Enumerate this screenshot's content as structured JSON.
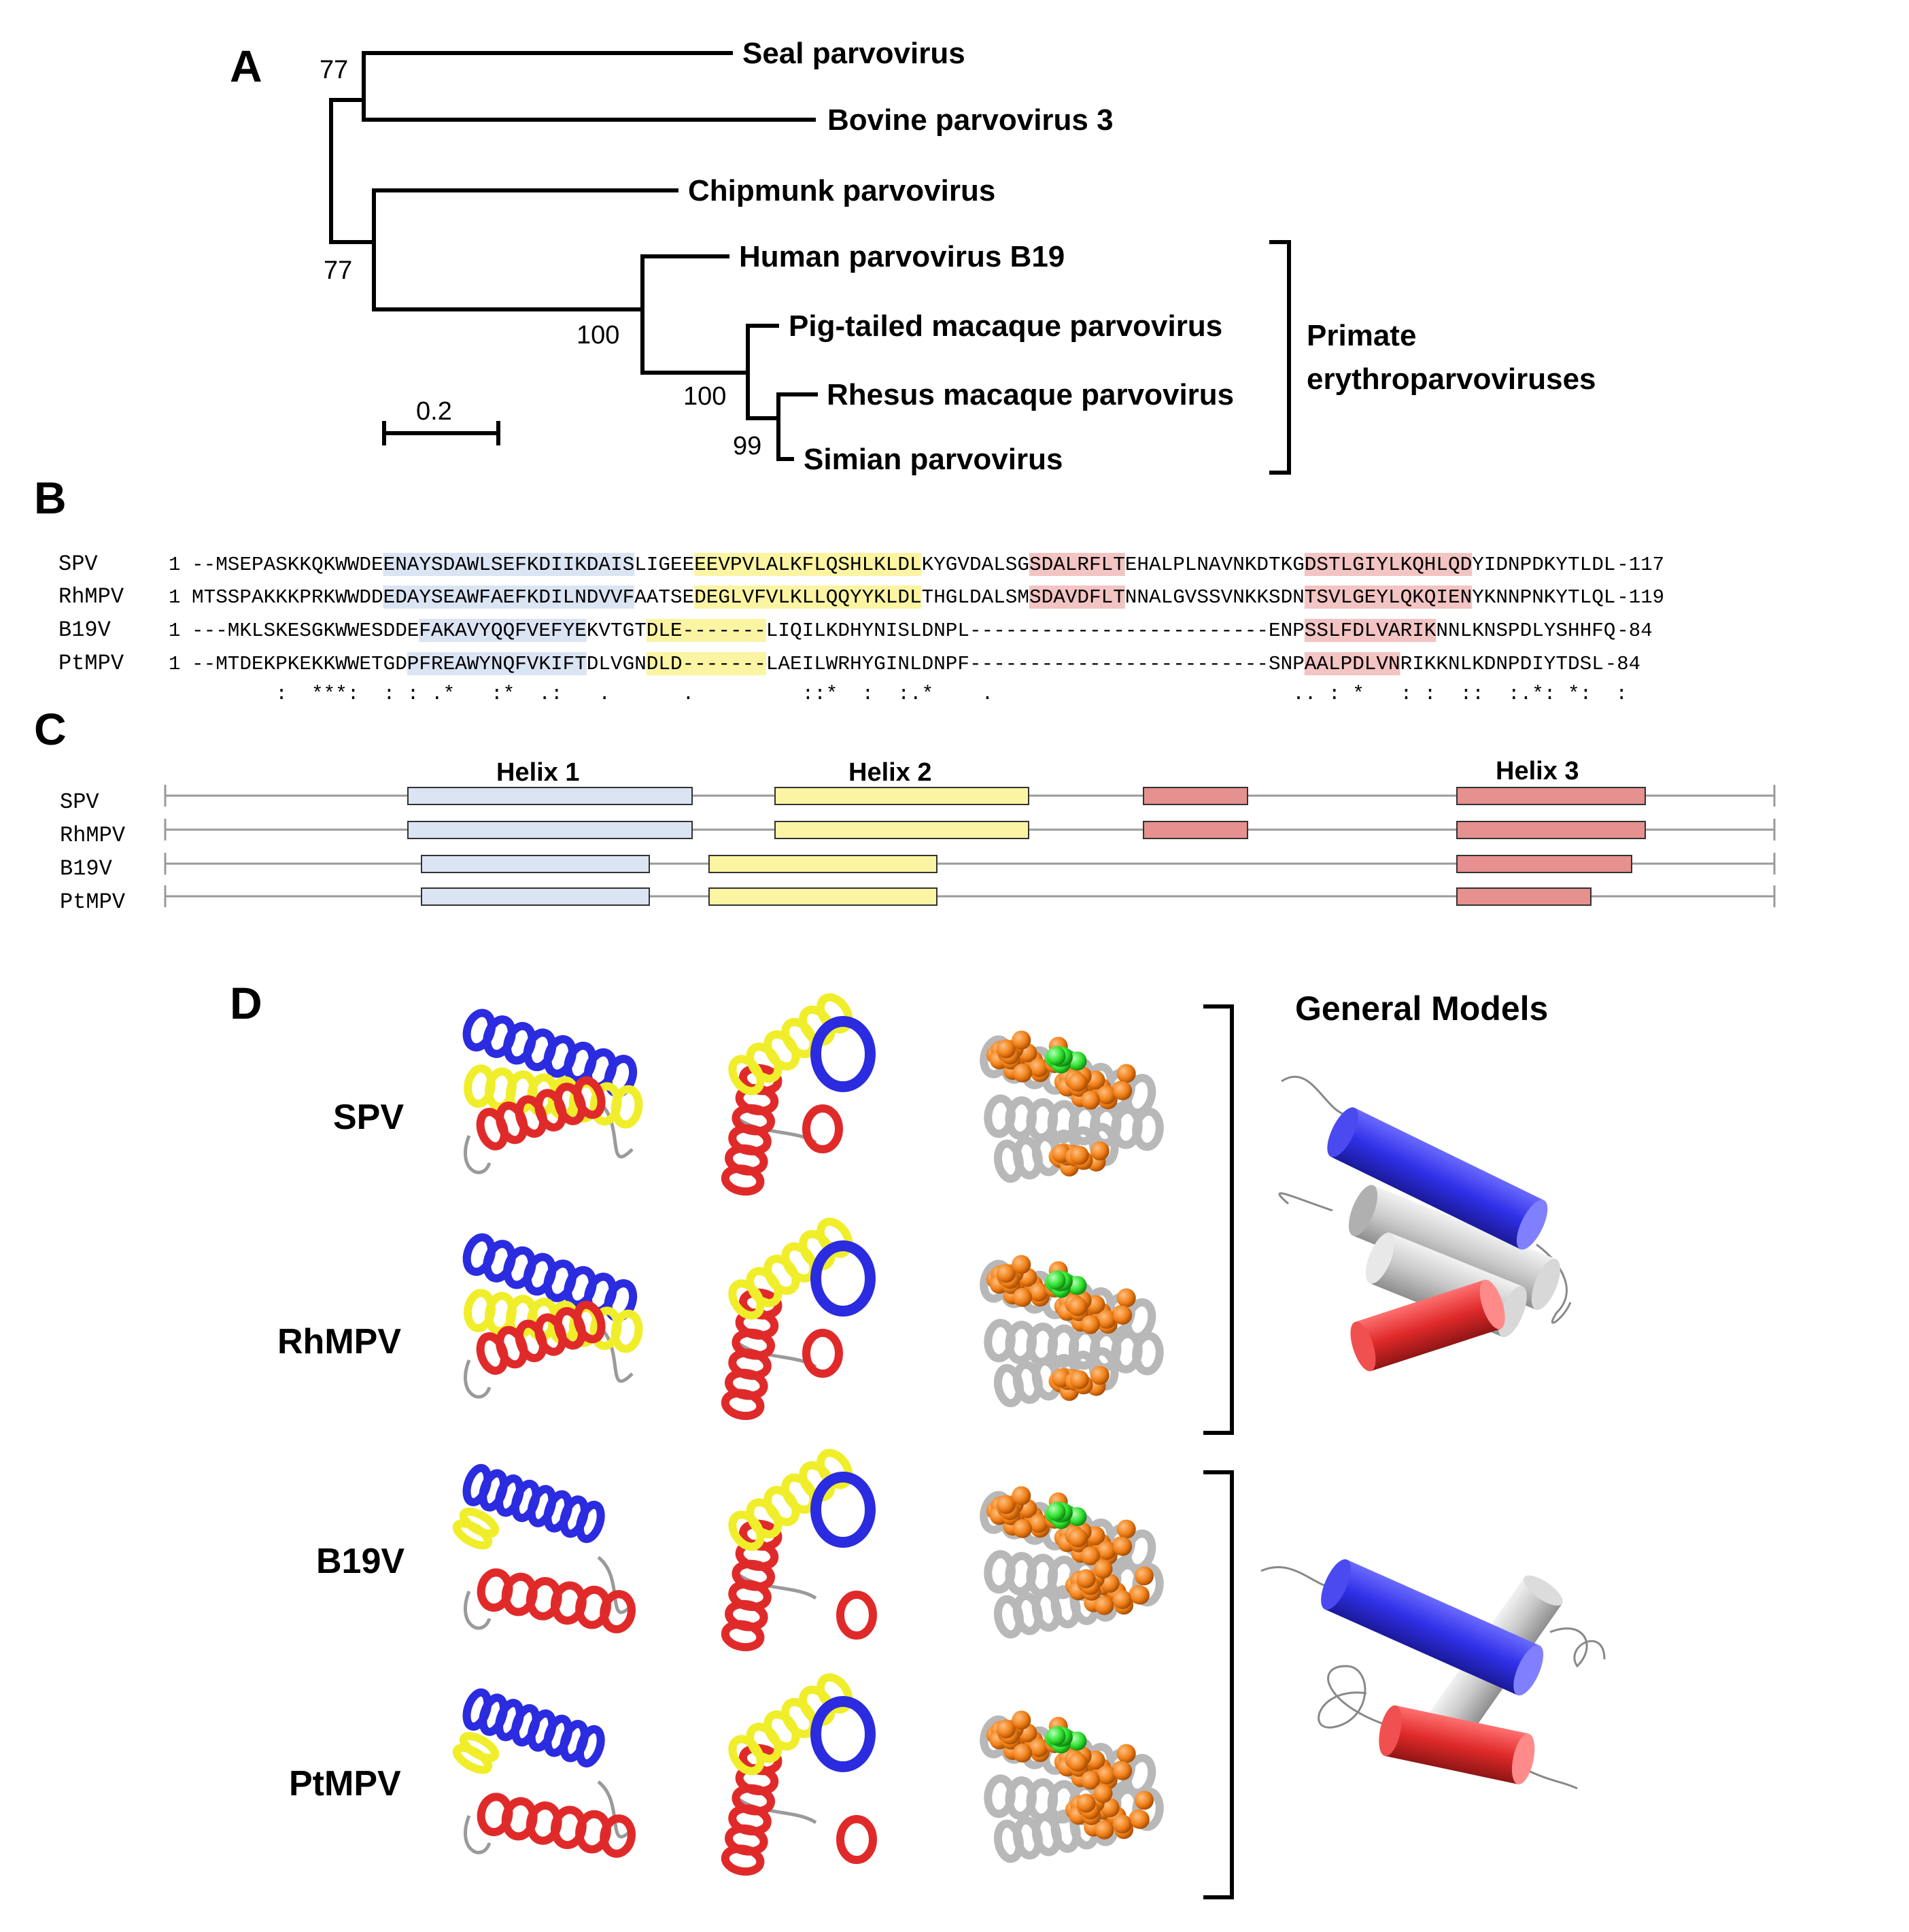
{
  "panel_a": {
    "letter": "A",
    "taxa": [
      "Seal parvovirus",
      "Bovine parvovirus 3",
      "Chipmunk parvovirus",
      "Human parvovirus B19",
      "Pig-tailed macaque parvovirus",
      "Rhesus macaque parvovirus",
      "Simian parvovirus"
    ],
    "bootstrap": [
      "77",
      "77",
      "100",
      "100",
      "99"
    ],
    "scale_bar_label": "0.2",
    "bracket_label_line1": "Primate",
    "bracket_label_line2": "erythroparvoviruses"
  },
  "panel_b": {
    "letter": "B",
    "rows": [
      {
        "name": "SPV",
        "start": "1",
        "end": "-117",
        "seq": "--MSEPASKKQKWWDEENAYSDAWLSEFKDIIKDAISLIGEEEEVPVLALKFLQSHLKLDLKYGVDALSGSDALRFLTEHALPLNAVNKDTKGDSTLGIYLKQHLQDYIDNPDKYTLDL"
      },
      {
        "name": "RhMPV",
        "start": "1",
        "end": "-119",
        "seq": "MTSSPAKKKPRKWWDDEDAYSEAWFAEFKDILNDVVFAATSEDEGLVFVLKLLQQYYKLDLTHGLDALSMSDAVDFLTNNALGVSSVNKKSDNTSVLGEYLQKQIENYKNNPNKYTLQL"
      },
      {
        "name": "B19V",
        "start": "1",
        "end": "-84",
        "seq": "---MKLSKESGKWWESDDEFAKAVYQQFVEFYEKVTGTDLE-------LIQILKDHYNISLDNPL-------------------------ENPSSLFDLVARIKNNLKNSPDLYSHHFQ"
      },
      {
        "name": "PtMPV",
        "start": "1",
        "end": "-84",
        "seq": "--MTDEKPKEKKWWETGDPFREAWYNQFVKIFTDLVGNDLD-------LAEILWRHYGINLDNPF-------------------------SNPAALPDLVNRIKKNLKDNPDIYTDSL"
      }
    ],
    "consensus": "       :  ***:  : : .*   :*  .:   .      .         ::*  :  :.*    .                         .. : *   : :  ::  :.*: *:  :"
  },
  "panel_c": {
    "letter": "C",
    "helix_labels": [
      "Helix 1",
      "Helix 2",
      "Helix 3"
    ],
    "tracks": [
      "SPV",
      "RhMPV",
      "B19V",
      "PtMPV"
    ]
  },
  "panel_d": {
    "letter": "D",
    "row_labels": [
      "SPV",
      "RhMPV",
      "B19V",
      "PtMPV"
    ],
    "general_models_label": "General Models"
  },
  "colors": {
    "helix1_fill": "#dbe4f3",
    "helix2_fill": "#fbf4a3",
    "helix3_fill": "#e6908f",
    "blue": "#2b2be0",
    "yellow": "#f0ee2a",
    "red": "#e02a2a",
    "orange": "#f07f17",
    "green": "#2ee02e",
    "grey": "#b8b8b8"
  }
}
